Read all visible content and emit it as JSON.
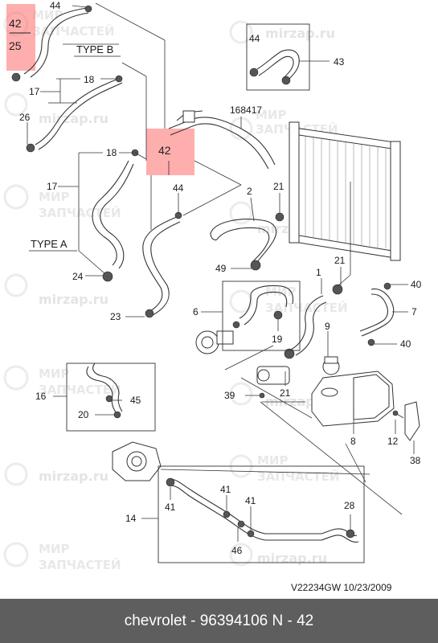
{
  "watermark": {
    "line1": "МИР",
    "line2": "ЗАПЧАСТЕЙ",
    "site": "mirzap.ru"
  },
  "labels": {
    "type_b": "TYPE B",
    "type_a": "TYPE A",
    "n44_top": "44",
    "n42_top": "42",
    "n25": "25",
    "n44_box": "44",
    "n43": "43",
    "n18_b": "18",
    "n17_b": "17",
    "n26": "26",
    "n168417": "168417",
    "n42_mid": "42",
    "n18_a": "18",
    "n17_a": "17",
    "n44_mid": "44",
    "n2": "2",
    "n21_a": "21",
    "n24": "24",
    "n49": "49",
    "n21_b": "21",
    "n1": "1",
    "n40_a": "40",
    "n23": "23",
    "n6": "6",
    "n19": "19",
    "n7": "7",
    "n9": "9",
    "n40_b": "40",
    "n16": "16",
    "n45": "45",
    "n20": "20",
    "n39": "39",
    "n21_c": "21",
    "n8": "8",
    "n12": "12",
    "n38": "38",
    "n14": "14",
    "n41_a": "41",
    "n41_b": "41",
    "n41_c": "41",
    "n28": "28",
    "n46": "46"
  },
  "doc_code": "V22234GW  10/23/2009",
  "footer": {
    "caption": "chevrolet - 96394106     N - 42"
  },
  "colors": {
    "highlight": "#ff6b6b",
    "footer_bg": "#5e5e5e"
  }
}
